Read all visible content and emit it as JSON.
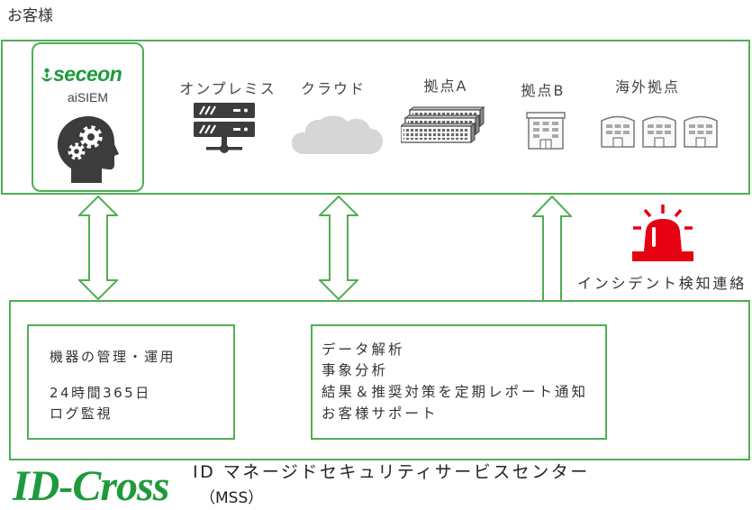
{
  "customer": {
    "title": "お客様",
    "aisiem": {
      "brand": "seceon",
      "product": "aiSIEM",
      "logo_icon": "seceon-mark-icon",
      "icon": "head-gears-icon"
    },
    "assets": [
      {
        "label": "オンプレミス",
        "icon": "server-icon"
      },
      {
        "label": "クラウド",
        "icon": "cloud-icon"
      },
      {
        "label": "拠点A",
        "icon": "network-rack-icon"
      },
      {
        "label": "拠点B",
        "icon": "building-icon"
      },
      {
        "label": "海外拠点",
        "icon": "overseas-buildings-icon"
      }
    ]
  },
  "connections": [
    {
      "icon": "double-arrow-icon"
    },
    {
      "icon": "double-arrow-icon"
    },
    {
      "icon": "up-arrow-icon"
    }
  ],
  "alert": {
    "label": "インシデント検知連絡",
    "icon": "siren-icon"
  },
  "mss": {
    "operations": {
      "lines": [
        "機器の管理・運用",
        "24時間365日",
        "ログ監視"
      ]
    },
    "analysis": {
      "lines": [
        "データ解析",
        "事象分析",
        "結果＆推奨対策を定期レポート通知",
        "お客様サポート"
      ]
    }
  },
  "footer": {
    "logo": "ID-Cross",
    "title": "ID マネージドセキュリティサービスセンター",
    "subtitle": "（MSS）"
  },
  "colors": {
    "frame_green": "#4fae55",
    "logo_green": "#1e9a3d",
    "alert_red": "#e50012",
    "icon_dark": "#3c3c3c",
    "icon_gray": "#777777",
    "cloud_gray": "#d6d6d6"
  }
}
